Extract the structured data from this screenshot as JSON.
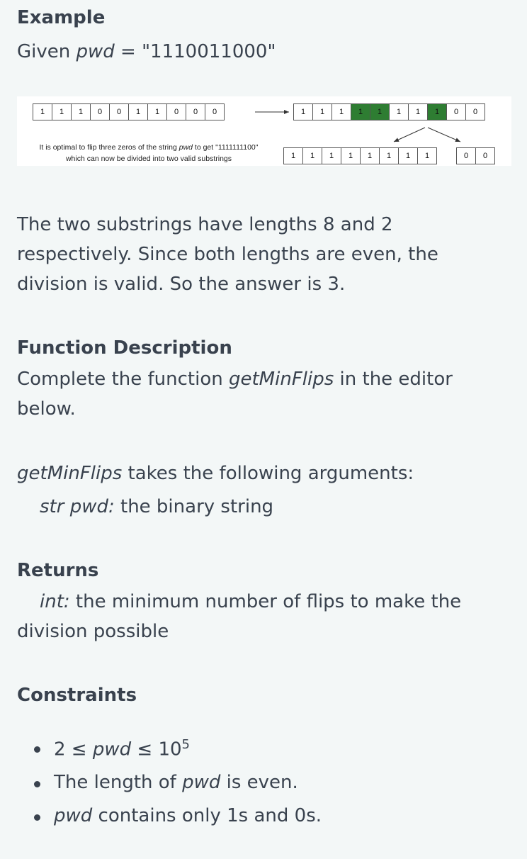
{
  "example": {
    "heading": "Example",
    "given_prefix": "Given ",
    "given_var": "pwd",
    "given_suffix": " = \"1110011000\""
  },
  "figure": {
    "input_cells": [
      "1",
      "1",
      "1",
      "0",
      "0",
      "1",
      "1",
      "0",
      "0",
      "0"
    ],
    "flipped_cells": [
      "1",
      "1",
      "1",
      "1",
      "1",
      "1",
      "1",
      "1",
      "0",
      "0"
    ],
    "flipped_highlight": [
      false,
      false,
      false,
      true,
      true,
      false,
      false,
      true,
      false,
      false
    ],
    "left_part": [
      "1",
      "1",
      "1",
      "1",
      "1",
      "1",
      "1",
      "1"
    ],
    "right_part": [
      "0",
      "0"
    ],
    "caption_a": "It is optimal to flip three zeros of the string ",
    "caption_var": "pwd",
    "caption_b": " to get \"1111111100\"",
    "caption_c": "which can now be divided into two valid substrings",
    "highlight_color": "#2e7d32"
  },
  "explanation": "The two substrings have lengths 8 and 2 respectively. Since both lengths are even, the division is valid. So the answer is 3.",
  "function_description": {
    "heading": "Function Description",
    "text_a": "Complete the function ",
    "func_name": "getMinFlips",
    "text_b": " in the editor below."
  },
  "arguments": {
    "func_name": "getMinFlips",
    "text": " takes the following arguments:",
    "param_type": "str pwd:",
    "param_desc": " the binary string"
  },
  "returns": {
    "heading": "Returns",
    "type": "int:",
    "desc": " the minimum number of flips to make the division possible"
  },
  "constraints": {
    "heading": "Constraints",
    "c1_a": "2 ≤ ",
    "c1_var": "pwd",
    "c1_b": " ≤ 10",
    "c1_exp": "5",
    "c2_a": "The length of ",
    "c2_var": "pwd",
    "c2_b": " is even.",
    "c3_var": "pwd",
    "c3_b": " contains only 1s and 0s."
  }
}
